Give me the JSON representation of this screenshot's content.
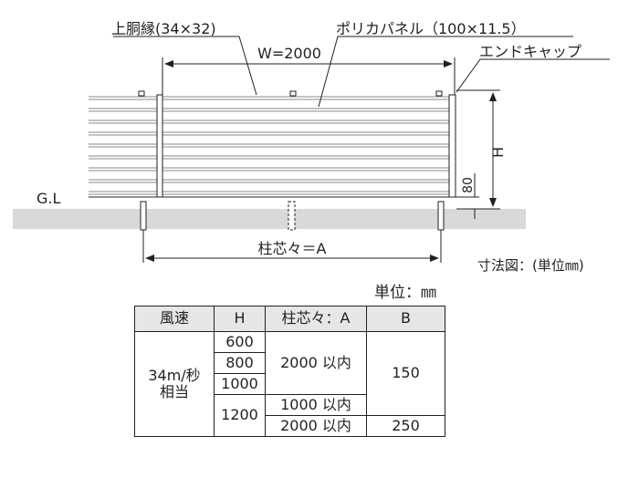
{
  "diagram": {
    "labels": {
      "top_rail": "上胴縁(34×32)",
      "panel": "ポリカパネル（100×11.5）",
      "width": "W=2000",
      "end_cap": "エンドキャップ",
      "height": "H",
      "gap": "80",
      "ground": "G.L",
      "post_pitch": "柱芯々＝A"
    },
    "caption": "寸法図：(単位㎜)"
  },
  "table": {
    "unit": "単位：㎜",
    "headers": [
      "風速",
      "H",
      "柱芯々：A",
      "B"
    ],
    "wind": [
      "34m/秒",
      "相当"
    ],
    "heights": [
      "600",
      "800",
      "1000",
      "1200"
    ],
    "pitch_2000": "2000 以内",
    "pitch_1000": "1000 以内",
    "b_150": "150",
    "b_250": "250"
  },
  "colors": {
    "ground": "#d9d9d9",
    "header_fill": "#e6e6e6",
    "line": "#231f20",
    "slat": "#888888"
  }
}
